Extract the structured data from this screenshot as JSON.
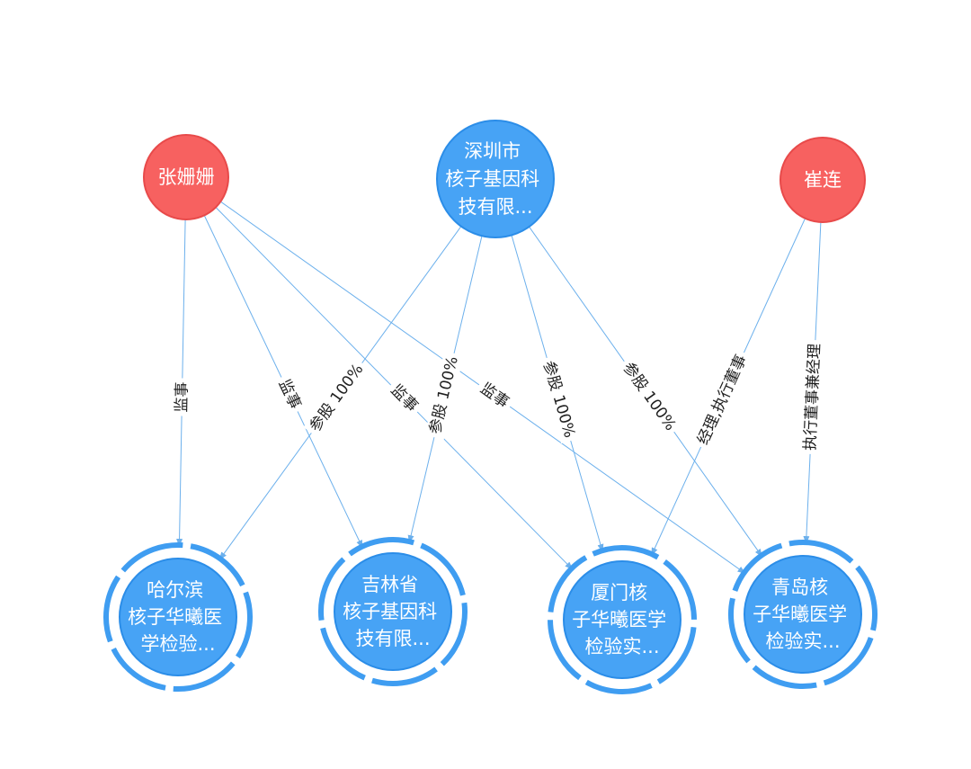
{
  "colors": {
    "person": "#f76160",
    "person_border": "#e84a4a",
    "company": "#47a3f5",
    "company_border": "#2b8de8",
    "ring": "#3f9df1",
    "edge": "#6cb0ec",
    "edge_label": "#1f1f1f",
    "node_text": "#ffffff",
    "background": "#ffffff"
  },
  "nodes": [
    {
      "lines": [
        "张姗姗"
      ]
    },
    {
      "lines": [
        "深圳市",
        "核子基因科",
        "技有限..."
      ]
    },
    {
      "lines": [
        "崔连"
      ]
    },
    {
      "lines": [
        "哈尔滨",
        "核子华曦医",
        "学检验..."
      ]
    },
    {
      "lines": [
        "吉林省",
        "核子基因科",
        "技有限..."
      ]
    },
    {
      "lines": [
        "厦门核",
        "子华曦医学",
        "检验实..."
      ]
    },
    {
      "lines": [
        "青岛核",
        "子华曦医学",
        "检验实..."
      ]
    }
  ],
  "edges": [
    {
      "from": 0,
      "to": 3,
      "label": "监事"
    },
    {
      "from": 0,
      "to": 4,
      "label": "监事"
    },
    {
      "from": 0,
      "to": 5,
      "label": "监事"
    },
    {
      "from": 0,
      "to": 6,
      "label": "监事"
    },
    {
      "from": 1,
      "to": 3,
      "label": "参股 100%"
    },
    {
      "from": 1,
      "to": 4,
      "label": "参股 100%"
    },
    {
      "from": 1,
      "to": 5,
      "label": "参股 100%"
    },
    {
      "from": 1,
      "to": 6,
      "label": "参股 100%"
    },
    {
      "from": 2,
      "to": 5,
      "label": "经理,执行董事"
    },
    {
      "from": 2,
      "to": 6,
      "label": "执行董事兼经理"
    }
  ]
}
